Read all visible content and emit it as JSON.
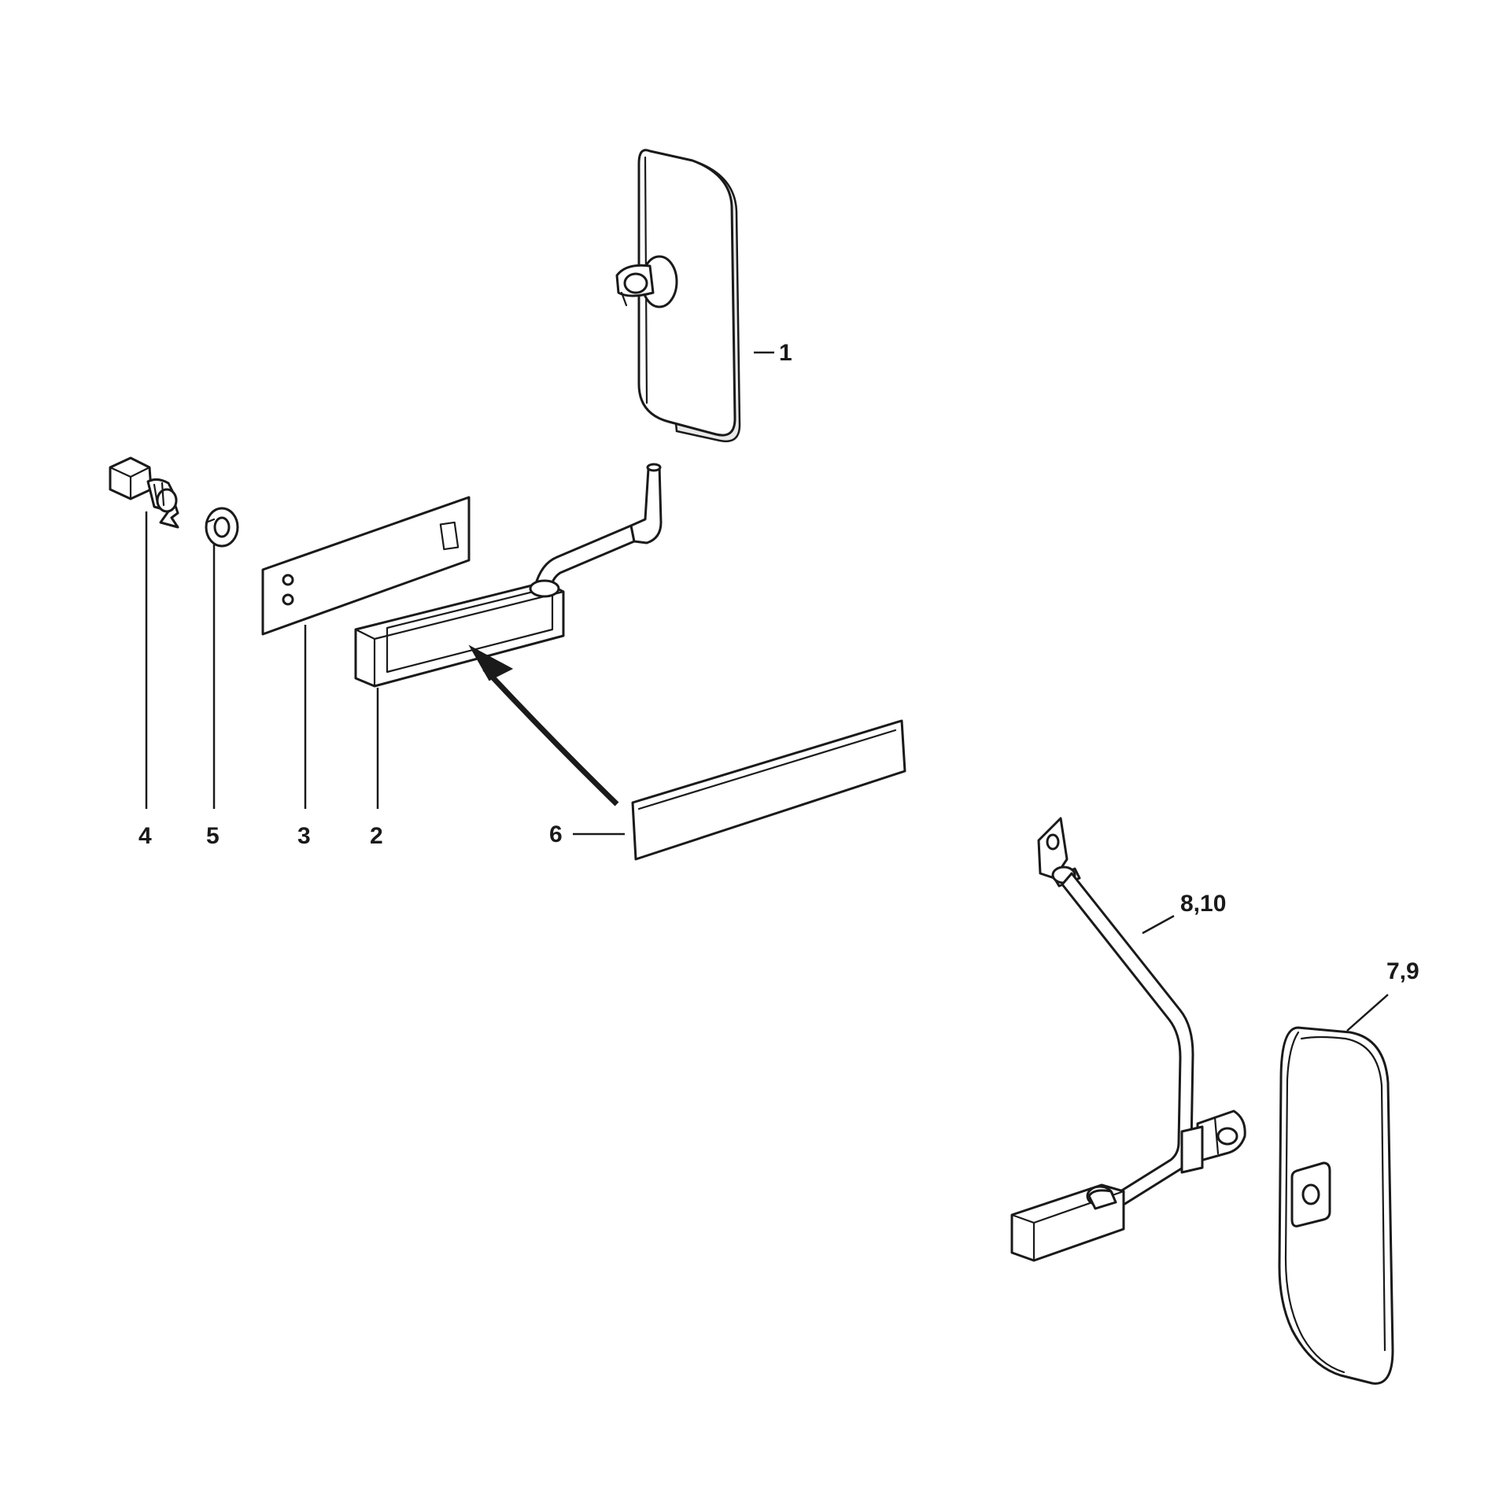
{
  "callouts": {
    "c1": "1",
    "c2": "2",
    "c3": "3",
    "c4": "4",
    "c5": "5",
    "c6": "6",
    "c7_9": "7,9",
    "c8_10": "8,10"
  }
}
